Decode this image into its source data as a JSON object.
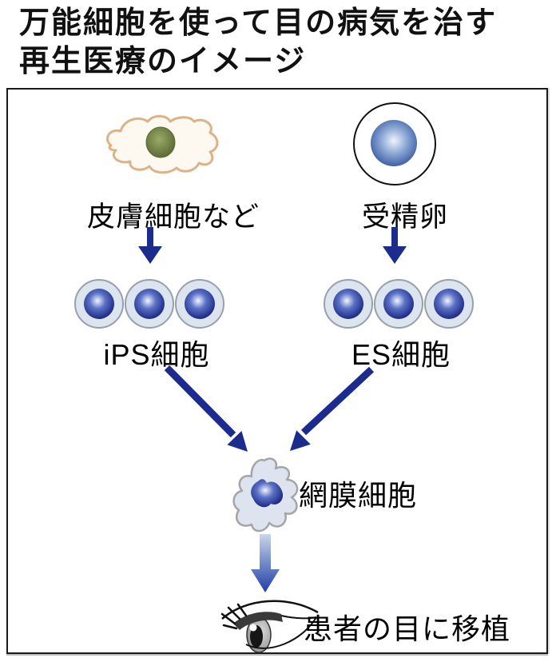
{
  "title": {
    "line1": "万能細胞を使って目の病気を治す",
    "line2": "再生医療のイメージ"
  },
  "nodes": {
    "skin": {
      "label": "皮膚細胞など",
      "icon": "skin-cell-icon"
    },
    "egg": {
      "label": "受精卵",
      "icon": "fertilized-egg-icon"
    },
    "ips": {
      "label": "iPS細胞",
      "icon": "cell-cluster-icon"
    },
    "es": {
      "label": "ES細胞",
      "icon": "cell-cluster-icon"
    },
    "retina": {
      "label": "網膜細胞",
      "icon": "retina-cell-icon"
    },
    "transplant": {
      "label": "患者の目に移植",
      "icon": "eye-icon"
    }
  },
  "colors": {
    "arrow_navy": "#1b2b8e",
    "cell_body": "#dce4ef",
    "cell_outline": "#98a0aa",
    "nucleus_navy": "#131e7b",
    "egg_nucleus_blue": "#2f4f9a",
    "skin_cell_outline": "#dcae80",
    "skin_nucleus_olive": "#74834a",
    "gradient_arrow_top": "#c9d5e9",
    "gradient_arrow_bottom": "#1c3ca6"
  }
}
